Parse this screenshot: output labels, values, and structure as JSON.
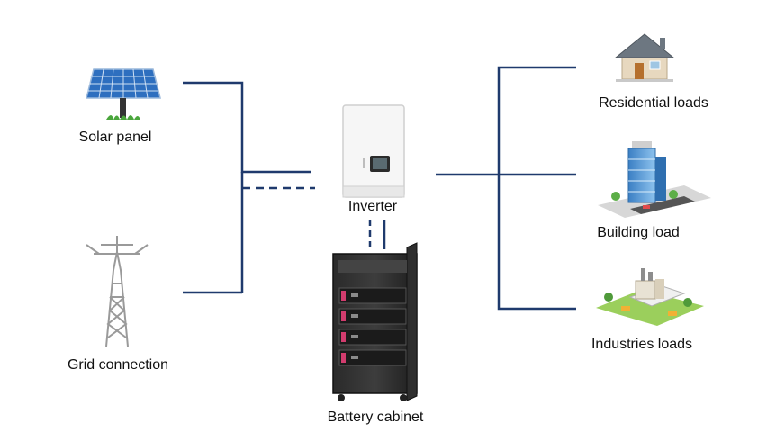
{
  "nodes": {
    "solar_panel": {
      "label": "Solar panel",
      "icon": "solar-panel-icon"
    },
    "grid_connection": {
      "label": "Grid connection",
      "icon": "transmission-tower-icon"
    },
    "inverter": {
      "label": "Inverter",
      "icon": "inverter-icon"
    },
    "battery_cabinet": {
      "label": "Battery cabinet",
      "icon": "battery-cabinet-icon"
    },
    "residential_loads": {
      "label": "Residential loads",
      "icon": "house-icon"
    },
    "building_load": {
      "label": "Building load",
      "icon": "office-building-icon"
    },
    "industries_loads": {
      "label": "Industries loads",
      "icon": "factory-icon"
    }
  },
  "colors": {
    "line": "#1f3a6d",
    "label": "#111111"
  },
  "connections": [
    {
      "from": "solar_panel",
      "to": "inverter",
      "style": "solid"
    },
    {
      "from": "grid_connection",
      "to": "inverter",
      "style": "dashed"
    },
    {
      "from": "inverter",
      "to": "battery_cabinet",
      "style": "solid-and-dashed"
    },
    {
      "from": "inverter",
      "to": "residential_loads",
      "style": "solid"
    },
    {
      "from": "inverter",
      "to": "building_load",
      "style": "solid"
    },
    {
      "from": "inverter",
      "to": "industries_loads",
      "style": "solid"
    }
  ]
}
